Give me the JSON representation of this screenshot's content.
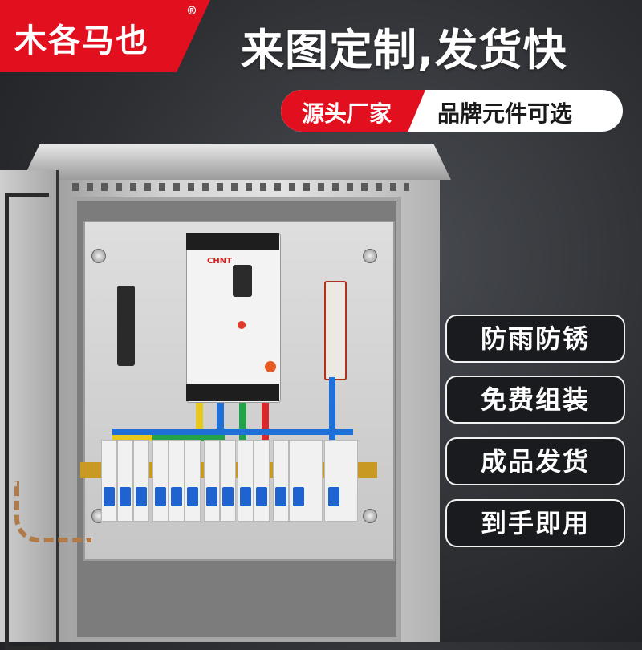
{
  "brand": {
    "name": "木各马也",
    "registered_mark": "®"
  },
  "headline": "来图定制,发货快",
  "tags": {
    "primary": "源头厂家",
    "secondary": "品牌元件可选"
  },
  "features": [
    "防雨防锈",
    "免费组装",
    "成品发货",
    "到手即用"
  ],
  "product": {
    "breaker_brand": "CHNT"
  },
  "colors": {
    "brand_red": "#e20f1e",
    "pill_bg": "#1a1b1e",
    "pill_border": "#f2f2f2"
  }
}
